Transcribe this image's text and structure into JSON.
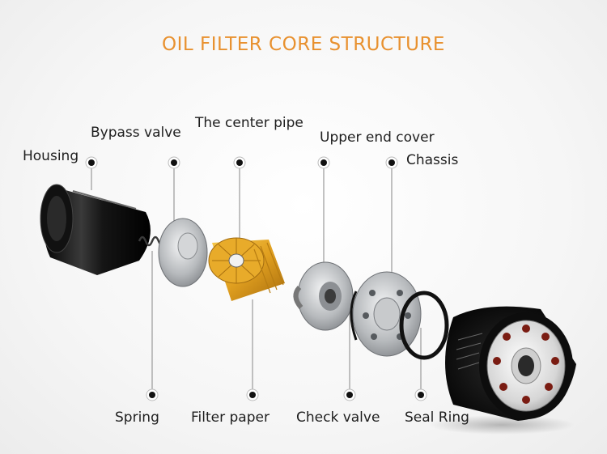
{
  "title": "OIL FILTER CORE STRUCTURE",
  "labels": {
    "housing": "Housing",
    "bypass_valve": "Bypass valve",
    "center_pipe": "The center pipe",
    "upper_end_cover": "Upper end cover",
    "chassis": "Chassis",
    "spring": "Spring",
    "filter_paper": "Filter paper",
    "check_valve": "Check valve",
    "seal_ring": "Seal Ring"
  },
  "colors": {
    "title": "#e8912f",
    "filter_paper": "#e3a626",
    "housing": "#1a1a1a",
    "metal": "#b9bcc0"
  }
}
